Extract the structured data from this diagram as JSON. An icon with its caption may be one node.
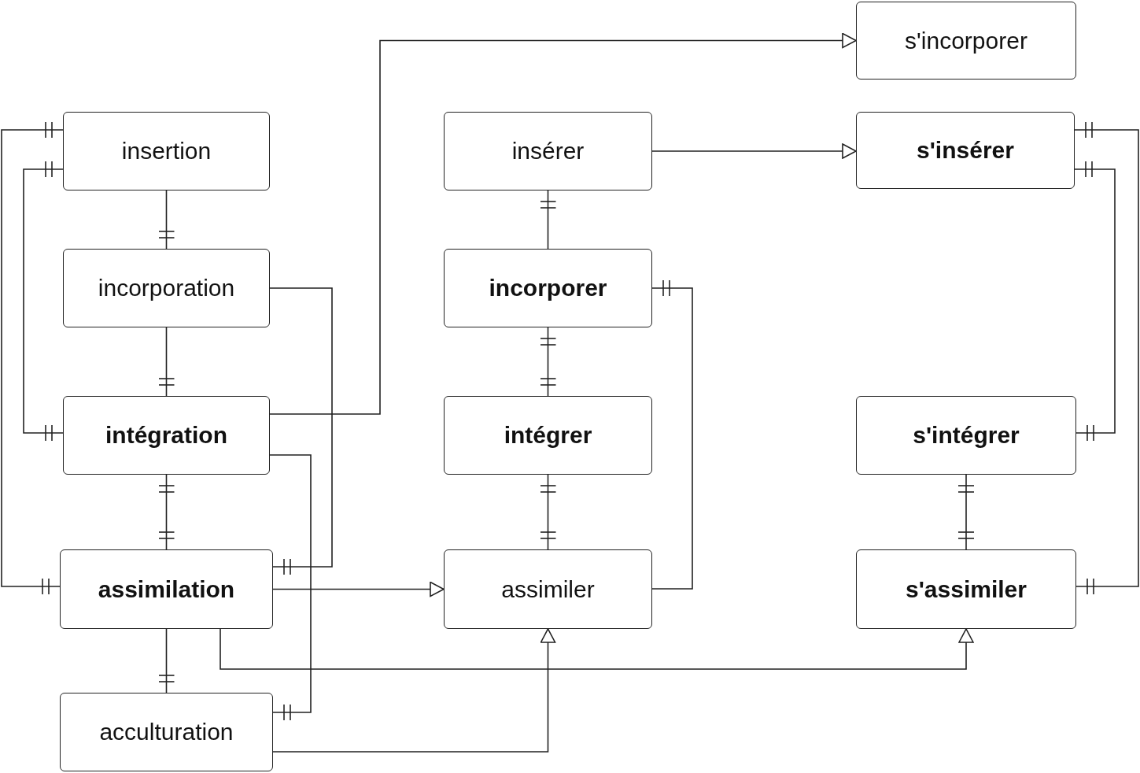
{
  "diagram": {
    "nodes": [
      {
        "text": [
          "s'incorporer"
        ]
      },
      {
        "text": [
          "insertion"
        ]
      },
      {
        "text": [
          "insérer"
        ]
      },
      {
        "text": [
          "s'insérer"
        ]
      },
      {
        "text": [
          "incorporation"
        ]
      },
      {
        "text": [
          "incorporer"
        ]
      },
      {
        "text": [
          "intégration"
        ]
      },
      {
        "text": [
          "intégrer"
        ]
      },
      {
        "text": [
          "s'intégrer"
        ]
      },
      {
        "text": [
          "assimilation"
        ]
      },
      {
        "text": [
          "assimiler"
        ]
      },
      {
        "text": [
          "s'assimiler"
        ]
      },
      {
        "text": [
          "acculturation"
        ]
      }
    ],
    "edges": [
      {
        "from": 1,
        "to": 4,
        "arrow": "other"
      },
      {
        "from": 4,
        "to": 6,
        "arrow": "other"
      },
      {
        "from": 6,
        "to": 9,
        "arrow": "other"
      },
      {
        "from": 9,
        "to": 12,
        "arrow": "other"
      },
      {
        "from": 1,
        "to": 9,
        "arrow": "other"
      },
      {
        "from": 1,
        "to": 6,
        "arrow": "other"
      },
      {
        "from": 4,
        "to": 9,
        "arrow": "other"
      },
      {
        "from": 6,
        "to": 12,
        "arrow": "other"
      },
      {
        "from": 6,
        "to": 0,
        "arrow": "to"
      },
      {
        "from": 9,
        "to": 10,
        "arrow": "to"
      },
      {
        "from": 9,
        "to": 11,
        "arrow": "to"
      },
      {
        "from": 12,
        "to": 10,
        "arrow": "to"
      },
      {
        "from": 2,
        "to": 3,
        "arrow": "to"
      },
      {
        "from": 2,
        "to": 5,
        "arrow": "other"
      },
      {
        "from": 5,
        "to": 7,
        "arrow": "other"
      },
      {
        "from": 7,
        "to": 10,
        "arrow": "other"
      },
      {
        "from": 10,
        "to": 5,
        "arrow": "other"
      },
      {
        "from": 3,
        "to": 11,
        "arrow": "other"
      },
      {
        "from": 3,
        "to": 8,
        "arrow": "other"
      },
      {
        "from": 8,
        "to": 11,
        "arrow": "other"
      }
    ]
  }
}
